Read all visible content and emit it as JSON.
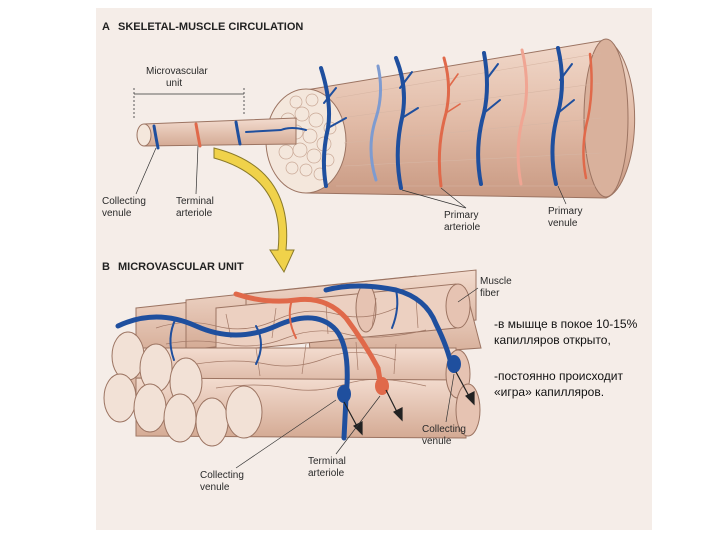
{
  "panel_a": {
    "letter": "A",
    "title": "SKELETAL-MUSCLE CIRCULATION",
    "microvascular_unit": [
      "Microvascular",
      "unit"
    ],
    "collecting_venule": [
      "Collecting",
      "venule"
    ],
    "terminal_arteriole": [
      "Terminal",
      "arteriole"
    ],
    "primary_arteriole": [
      "Primary",
      "arteriole"
    ],
    "primary_venule": [
      "Primary",
      "venule"
    ]
  },
  "panel_b": {
    "letter": "B",
    "title": "MICROVASCULAR UNIT",
    "muscle_fiber": [
      "Muscle",
      "fiber"
    ],
    "collecting_venule_right": [
      "Collecting",
      "venule"
    ],
    "terminal_arteriole": [
      "Terminal",
      "arteriole"
    ],
    "collecting_venule_left": [
      "Collecting",
      "venule"
    ]
  },
  "note": {
    "line1": "-в мышце в покое 10-15% капилляров открыто,",
    "line2": "-постоянно происходит «игра» капилляров."
  },
  "colors": {
    "muscle": "#e6c3b2",
    "muscle_dark": "#caa08c",
    "vein": "#1f4f9e",
    "artery": "#e0694a",
    "arrow": "#f0d24a"
  }
}
